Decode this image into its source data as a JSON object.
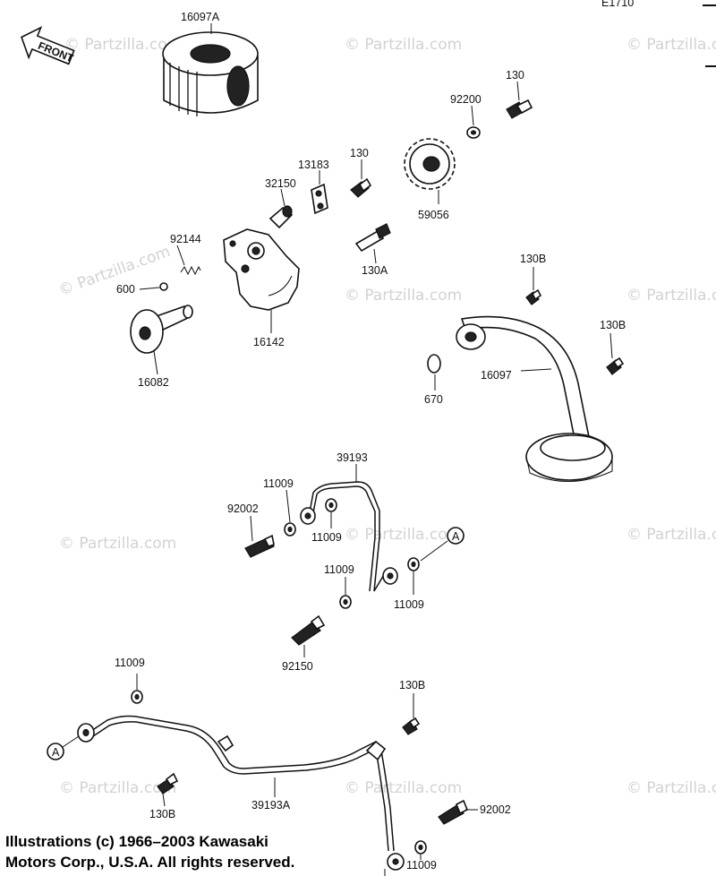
{
  "diagram_code": "E1710",
  "front_label": "FRONT",
  "watermark": "© Partzilla.com",
  "copyright_line1": "Illustrations (c) 1966–2003 Kawasaki",
  "copyright_line2": "Motors Corp., U.S.A.  All rights reserved.",
  "ref_a": "A",
  "labels": {
    "p16097A": "16097A",
    "p130_top": "130",
    "p92200": "92200",
    "p130_mid": "130",
    "p13183": "13183",
    "p32150": "32150",
    "p59056": "59056",
    "p92144": "92144",
    "p130A": "130A",
    "p130B_1": "130B",
    "p600": "600",
    "p16142": "16142",
    "p16082": "16082",
    "p130B_2": "130B",
    "p16097": "16097",
    "p670": "670",
    "p39193": "39193",
    "p11009_a": "11009",
    "p92002_a": "92002",
    "p11009_b": "11009",
    "p11009_c": "11009",
    "p11009_d": "11009",
    "p92150": "92150",
    "p11009_e": "11009",
    "p130B_3": "130B",
    "p130B_4": "130B",
    "p39193A": "39193A",
    "p92002_b": "92002",
    "p11009_f": "11009"
  }
}
